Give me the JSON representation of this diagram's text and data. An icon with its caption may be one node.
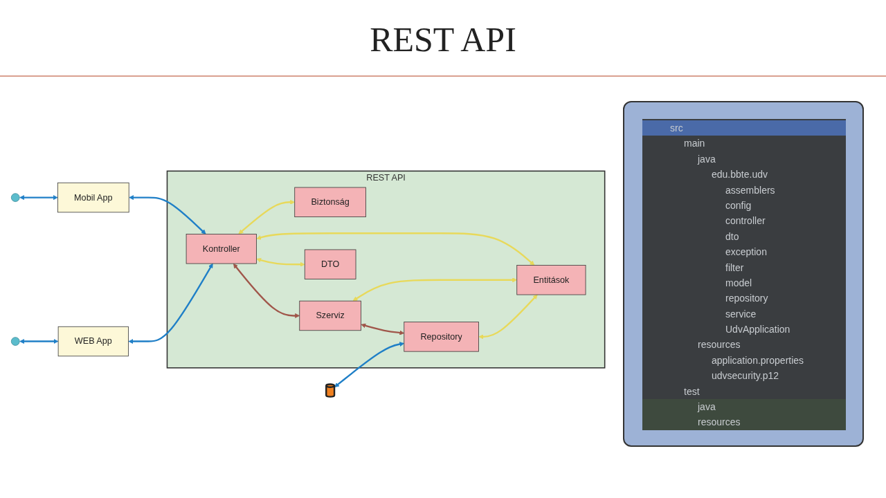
{
  "diagram": {
    "title": "REST API",
    "nodes": [
      {
        "text": [],
        "shape": "person"
      },
      {
        "text": [
          "Mobil App"
        ]
      },
      {
        "text": [],
        "shape": "person"
      },
      {
        "text": [
          "WEB App"
        ]
      },
      {
        "text": [
          "REST API"
        ]
      },
      {
        "text": [
          "Kontroller"
        ],
        "in": 4
      },
      {
        "text": [
          "Biztonság"
        ],
        "in": 4
      },
      {
        "text": [
          "Szerviz"
        ],
        "in": 4
      },
      {
        "text": [
          "DTO"
        ],
        "in": 4
      },
      {
        "text": [
          "Repository"
        ],
        "in": 4
      },
      {
        "text": [
          "Entitások"
        ],
        "in": 4
      },
      {
        "text": [],
        "shape": "cylinder"
      }
    ],
    "edges": [
      {
        "from": 0,
        "to": 1,
        "arrow": "both",
        "color": "#1f7fc7"
      },
      {
        "from": 1,
        "to": 5,
        "arrow": "both",
        "color": "#1f7fc7"
      },
      {
        "from": 2,
        "to": 3,
        "arrow": "both",
        "color": "#1f7fc7"
      },
      {
        "from": 3,
        "to": 5,
        "arrow": "both",
        "color": "#1f7fc7"
      },
      {
        "from": 5,
        "to": 6,
        "arrow": "both",
        "color": "#e8d95a"
      },
      {
        "from": 5,
        "to": 7,
        "arrow": "both",
        "color": "#a0564a"
      },
      {
        "from": 5,
        "to": 8,
        "arrow": "both",
        "color": "#e8d95a"
      },
      {
        "from": 5,
        "to": 10,
        "arrow": "both",
        "color": "#e8d95a"
      },
      {
        "from": 7,
        "to": 10,
        "arrow": "both",
        "color": "#e8d95a"
      },
      {
        "from": 7,
        "to": 9,
        "arrow": "both",
        "color": "#a0564a"
      },
      {
        "from": 11,
        "to": 9,
        "arrow": "both",
        "color": "#1f7fc7"
      },
      {
        "from": 9,
        "to": 10,
        "arrow": "both",
        "color": "#e8d95a"
      }
    ],
    "labels": [
      "src",
      "main",
      "java",
      "edu.bbte.udv",
      "assemblers",
      "config",
      "controller",
      "dto",
      "exception",
      "filter",
      "model",
      "repository",
      "service",
      "UdvApplication",
      "resources",
      "application.properties",
      "udvsecurity.p12",
      "test",
      "java",
      "resources"
    ]
  }
}
